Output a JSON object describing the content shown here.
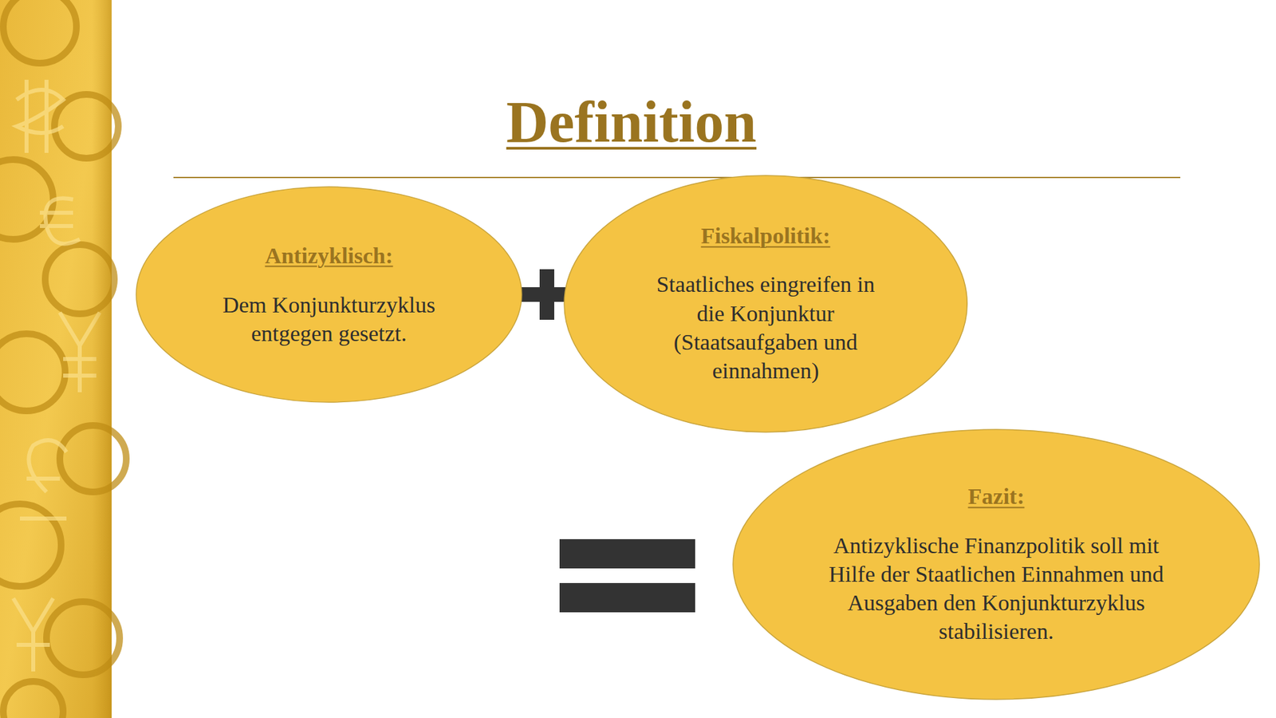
{
  "diagram": {
    "title": "Definition",
    "nodes": [
      {
        "text": [
          "Antizyklisch:",
          "Dem Konjunkturzyklus entgegen gesetzt."
        ]
      },
      {
        "text": [
          "Fiskalpolitik:",
          "Staatliches eingreifen in die Konjunktur (Staatsaufgaben und einnahmen)"
        ]
      },
      {
        "text": [
          "Fazit:",
          "Antizyklische Finanzpolitik soll mit Hilfe der Staatlichen Einnahmen und Ausgaben den Konjunkturzyklus stabilisieren."
        ]
      }
    ]
  }
}
